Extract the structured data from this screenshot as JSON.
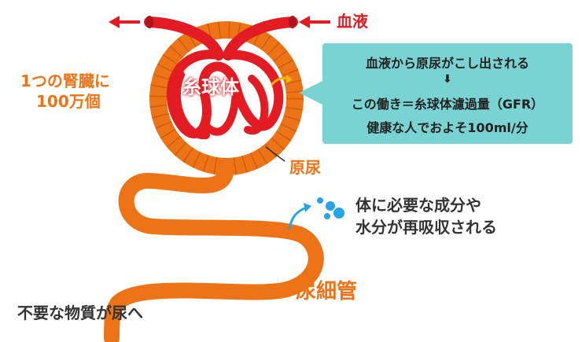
{
  "labels": {
    "blood": "血液",
    "glomerulus": "糸球体",
    "kidney_count_line1": "1つの腎臓に",
    "kidney_count_line2": "100万個",
    "urine": "原尿",
    "tubule": "尿細管",
    "reabsorb_line1": "体に必要な成分や",
    "reabsorb_line2": "水分が再吸収される",
    "waste": "不要な物質が尿へ"
  },
  "callout": {
    "line1": "血液から原尿がこし出される",
    "arrow": "⬇",
    "line2": "この働き＝糸球体濾過量（GFR）",
    "line3": "健康な人でおよそ100ml/分"
  },
  "colors": {
    "vessel_red": "#e31b23",
    "vessel_dark": "#b0141b",
    "tubule_orange": "#ee7316",
    "tubule_segment": "#c45a0a",
    "callout_teal": "#79d3d2",
    "water_drop_blue": "#27a4e4"
  }
}
